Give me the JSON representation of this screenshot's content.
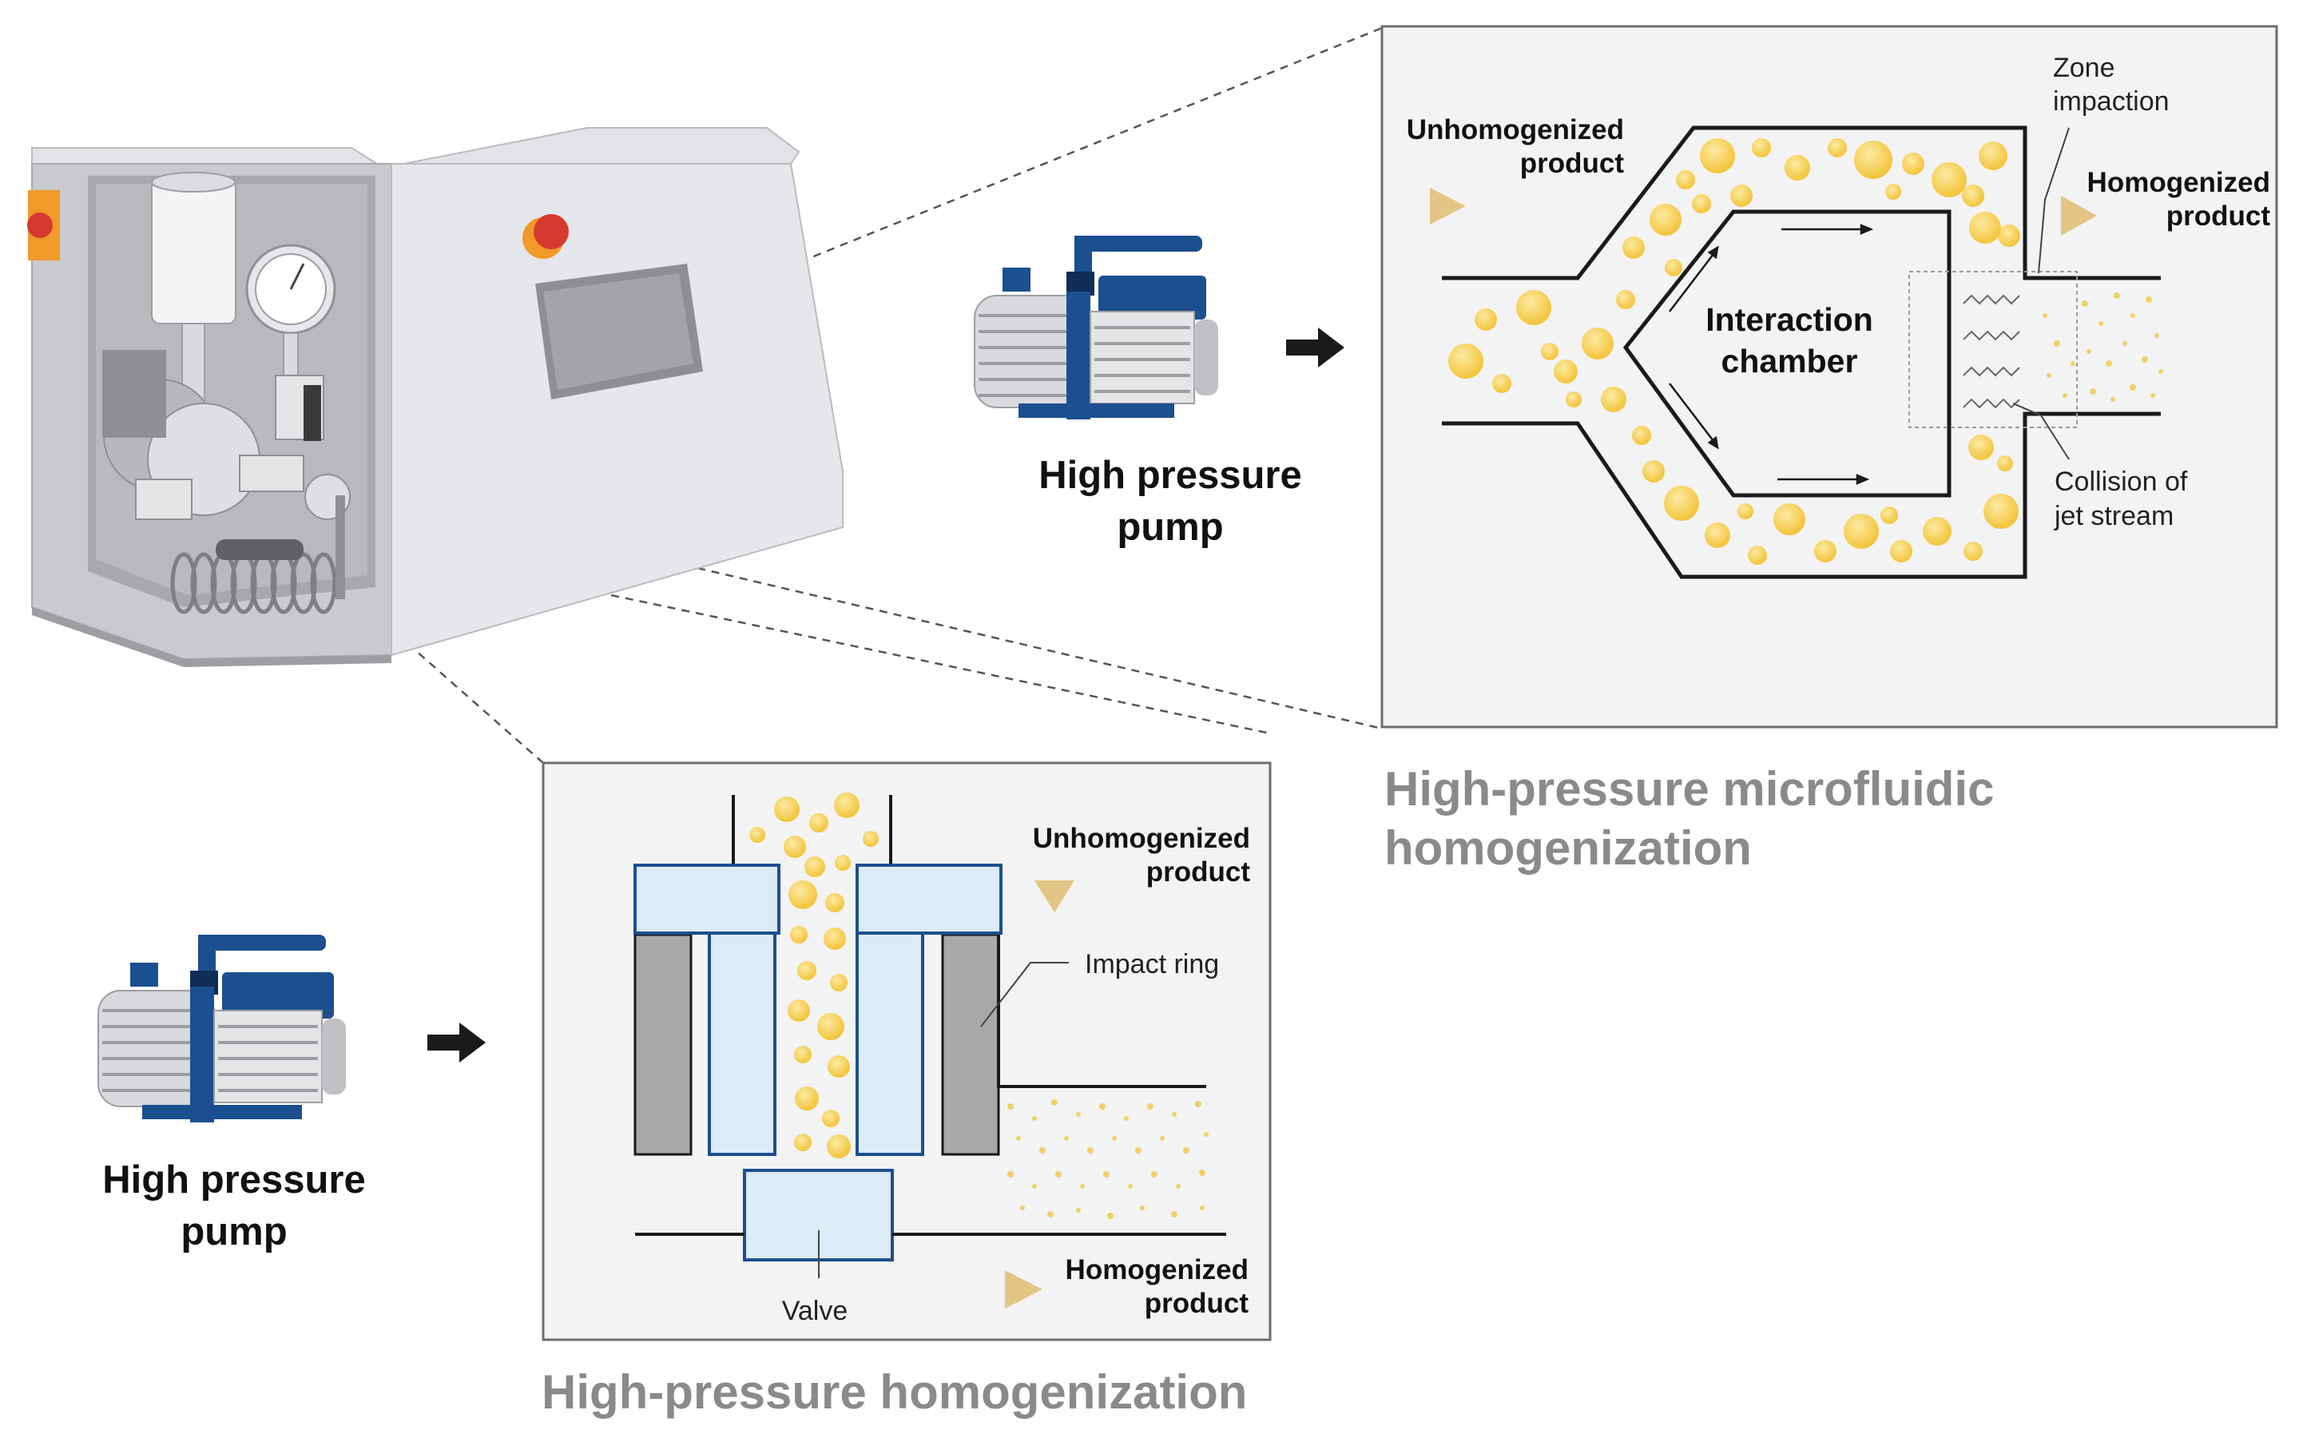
{
  "microfluidic": {
    "unhomogenized_line1": "Unhomogenized",
    "unhomogenized_line2": "product",
    "homogenized_line1": "Homogenized",
    "homogenized_line2": "product",
    "zone_line1": "Zone",
    "zone_line2": "impaction",
    "chamber_line1": "Interaction",
    "chamber_line2": "chamber",
    "collision_line1": "Collision of",
    "collision_line2": "jet stream",
    "title_line1": "High-pressure microfluidic",
    "title_line2": "homogenization"
  },
  "homogenization": {
    "unhomogenized_line1": "Unhomogenized",
    "unhomogenized_line2": "product",
    "impact_ring": "Impact ring",
    "valve": "Valve",
    "homogenized_line1": "Homogenized",
    "homogenized_line2": "product",
    "title": "High-pressure homogenization"
  },
  "pump_top": {
    "line1": "High pressure",
    "line2": "pump"
  },
  "pump_bottom": {
    "line1": "High pressure",
    "line2": "pump"
  },
  "colors": {
    "particle": "#f5c842",
    "particle_light": "#f9dc7a",
    "arrow_tan": "#e3c585",
    "pump_blue": "#1c4f8f",
    "panel_bg": "#f3f3f3",
    "valve_fill": "#dcebf8",
    "valve_stroke": "#1c4f8f",
    "ring_gray": "#a8a8a8",
    "title_gray": "#8a8a8a"
  }
}
